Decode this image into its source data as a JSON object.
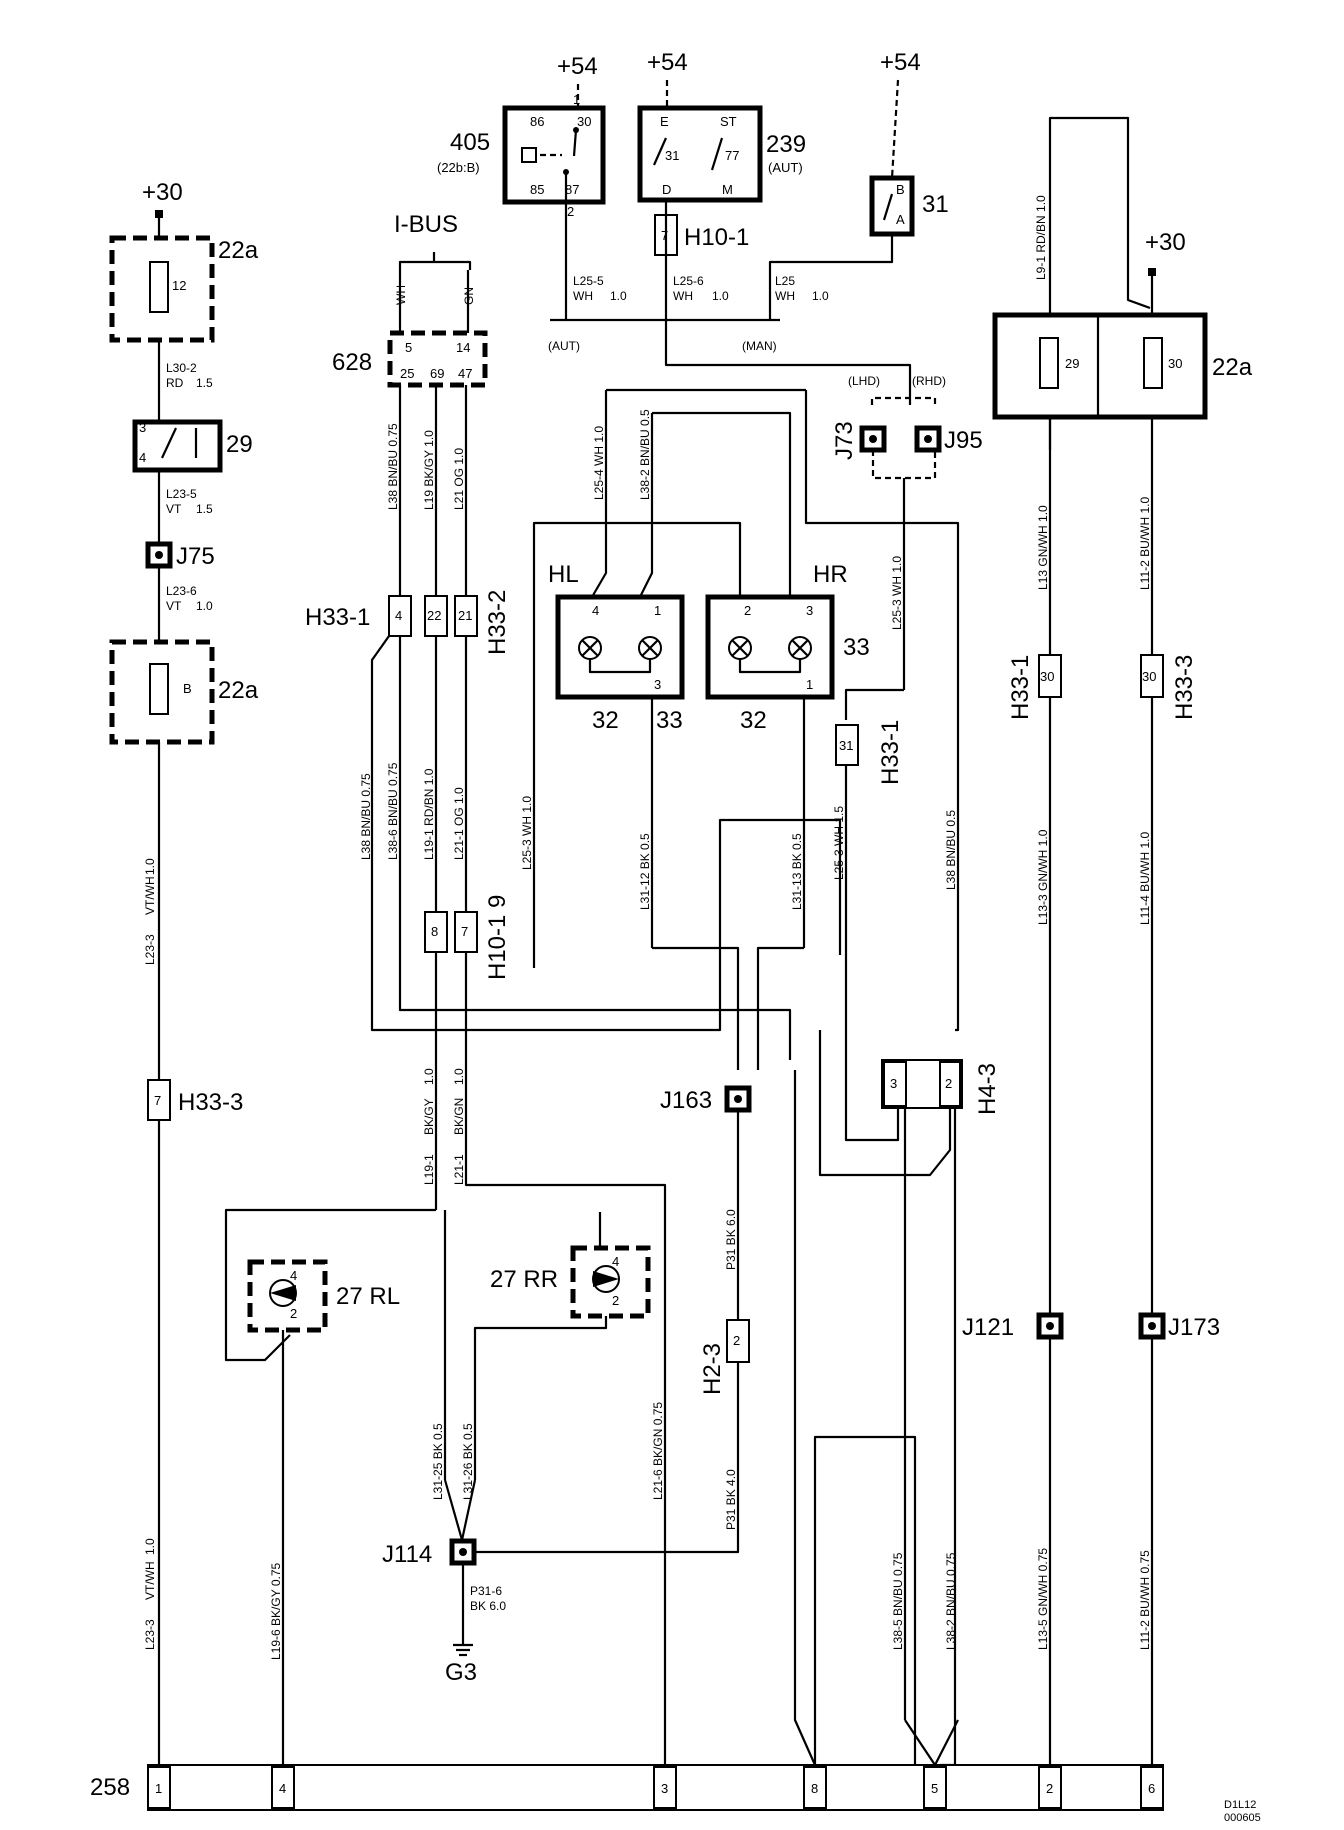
{
  "diagram_id": "D1L12",
  "diagram_code": "000605",
  "bus_label": "I-BUS",
  "supplies": [
    "+30",
    "+54",
    "+54",
    "+54",
    "+30"
  ],
  "components": {
    "fuse_box_top": {
      "id": "22a",
      "fuse": "12"
    },
    "fuse_box_mid": {
      "id": "22a",
      "fuse": "B"
    },
    "fuse_box_right": {
      "id": "22a",
      "fuse_a": "29",
      "fuse_b": "30"
    },
    "switch_29": {
      "id": "29",
      "pins": [
        "3",
        "4"
      ]
    },
    "relay_405": {
      "id": "405",
      "ref": "(22b:B)",
      "pins": [
        "86",
        "30",
        "85",
        "87",
        "1",
        "2"
      ]
    },
    "relay_239": {
      "id": "239",
      "ref": "(AUT)",
      "pins": [
        "E",
        "ST",
        "31",
        "77",
        "D",
        "M"
      ]
    },
    "switch_31": {
      "id": "31",
      "pins": [
        "B",
        "A"
      ]
    },
    "control_628": {
      "id": "628",
      "pins": [
        "5",
        "14",
        "25",
        "69",
        "47"
      ]
    },
    "lamp_hl": {
      "label": "HL",
      "pins": [
        "4",
        "1",
        "3"
      ],
      "bulbs": [
        "32",
        "33"
      ]
    },
    "lamp_hr": {
      "label": "HR",
      "pins": [
        "2",
        "3",
        "1"
      ],
      "bulbs": [
        "32",
        "33"
      ]
    },
    "lamp_rl": {
      "label": "27 RL",
      "pins": [
        "4",
        "2"
      ]
    },
    "lamp_rr": {
      "label": "27 RR",
      "pins": [
        "4",
        "2"
      ]
    },
    "ground": "G3",
    "bottom_connector": {
      "id": "258",
      "pins": [
        "1",
        "4",
        "3",
        "8",
        "5",
        "2",
        "6"
      ]
    }
  },
  "connectors": [
    "H33-1",
    "H33-2",
    "H33-3",
    "H10-1",
    "H10-1 9",
    "H4-3",
    "H2-3",
    "H33-1",
    "H33-1",
    "H33-3"
  ],
  "junctions": [
    "J75",
    "J73",
    "J95",
    "J163",
    "J114",
    "J121",
    "J173"
  ],
  "options": {
    "aut": "(AUT)",
    "man": "(MAN)",
    "lhd": "(LHD)",
    "rhd": "(RHD)"
  },
  "wires": [
    {
      "id": "L30-2",
      "color": "RD",
      "size": "1.5"
    },
    {
      "id": "L23-5",
      "color": "VT",
      "size": "1.5"
    },
    {
      "id": "L23-6",
      "color": "VT",
      "size": "1.0"
    },
    {
      "id": "L23-3",
      "color": "VT/WH",
      "size": "1.0"
    },
    {
      "id": "L25-5",
      "color": "WH",
      "size": "1.0"
    },
    {
      "id": "L25-6",
      "color": "WH",
      "size": "1.0"
    },
    {
      "id": "L25",
      "color": "WH",
      "size": "1.0"
    },
    {
      "id": "L38",
      "color": "BN/BU",
      "size": "0.75"
    },
    {
      "id": "L19",
      "color": "BK/GY",
      "size": "1.0"
    },
    {
      "id": "L21",
      "color": "OG",
      "size": "1.0"
    },
    {
      "id": "L38-6",
      "color": "BN/BU",
      "size": "0.75"
    },
    {
      "id": "L19-1",
      "color": "RD/BN",
      "size": "1.0"
    },
    {
      "id": "L21-1",
      "color": "OG",
      "size": "1.0"
    },
    {
      "id": "L25-4",
      "color": "WH",
      "size": "1.0"
    },
    {
      "id": "L38-2",
      "color": "BN/BU",
      "size": "0.5"
    },
    {
      "id": "L25-3",
      "color": "WH",
      "size": "1.0"
    },
    {
      "id": "L31-12",
      "color": "BK",
      "size": "0.5"
    },
    {
      "id": "L31-13",
      "color": "BK",
      "size": "0.5"
    },
    {
      "id": "L19-1",
      "color": "BK/GY",
      "size": "1.0"
    },
    {
      "id": "L21-1",
      "color": "BK/GN",
      "size": "1.0"
    },
    {
      "id": "P31",
      "color": "BK",
      "size": "6.0"
    },
    {
      "id": "P31",
      "color": "BK",
      "size": "4.0"
    },
    {
      "id": "L31-25",
      "color": "BK",
      "size": "0.5"
    },
    {
      "id": "L31-26",
      "color": "BK",
      "size": "0.5"
    },
    {
      "id": "P31-6",
      "color": "BK",
      "size": "6.0"
    },
    {
      "id": "L19-6",
      "color": "BK/GY",
      "size": "0.75"
    },
    {
      "id": "L21-6",
      "color": "BK/GN",
      "size": "0.75"
    },
    {
      "id": "L38-5",
      "color": "BN/BU",
      "size": "0.75"
    },
    {
      "id": "L38-2",
      "color": "BN/BU",
      "size": "0.75"
    },
    {
      "id": "L9-1",
      "color": "RD/BN",
      "size": "1.0"
    },
    {
      "id": "L13",
      "color": "GN/WH",
      "size": "1.0"
    },
    {
      "id": "L11-2",
      "color": "BU/WH",
      "size": "1.0"
    },
    {
      "id": "L13-3",
      "color": "GN/WH",
      "size": "1.0"
    },
    {
      "id": "L11-4",
      "color": "BU/WH",
      "size": "1.0"
    },
    {
      "id": "L13-5",
      "color": "GN/WH",
      "size": "0.75"
    },
    {
      "id": "L11-2",
      "color": "BU/WH",
      "size": "0.75"
    },
    {
      "id": "L25-3",
      "color": "WH",
      "size": "1.5"
    },
    {
      "id": "L38",
      "color": "BN/BU",
      "size": "0.5"
    }
  ]
}
